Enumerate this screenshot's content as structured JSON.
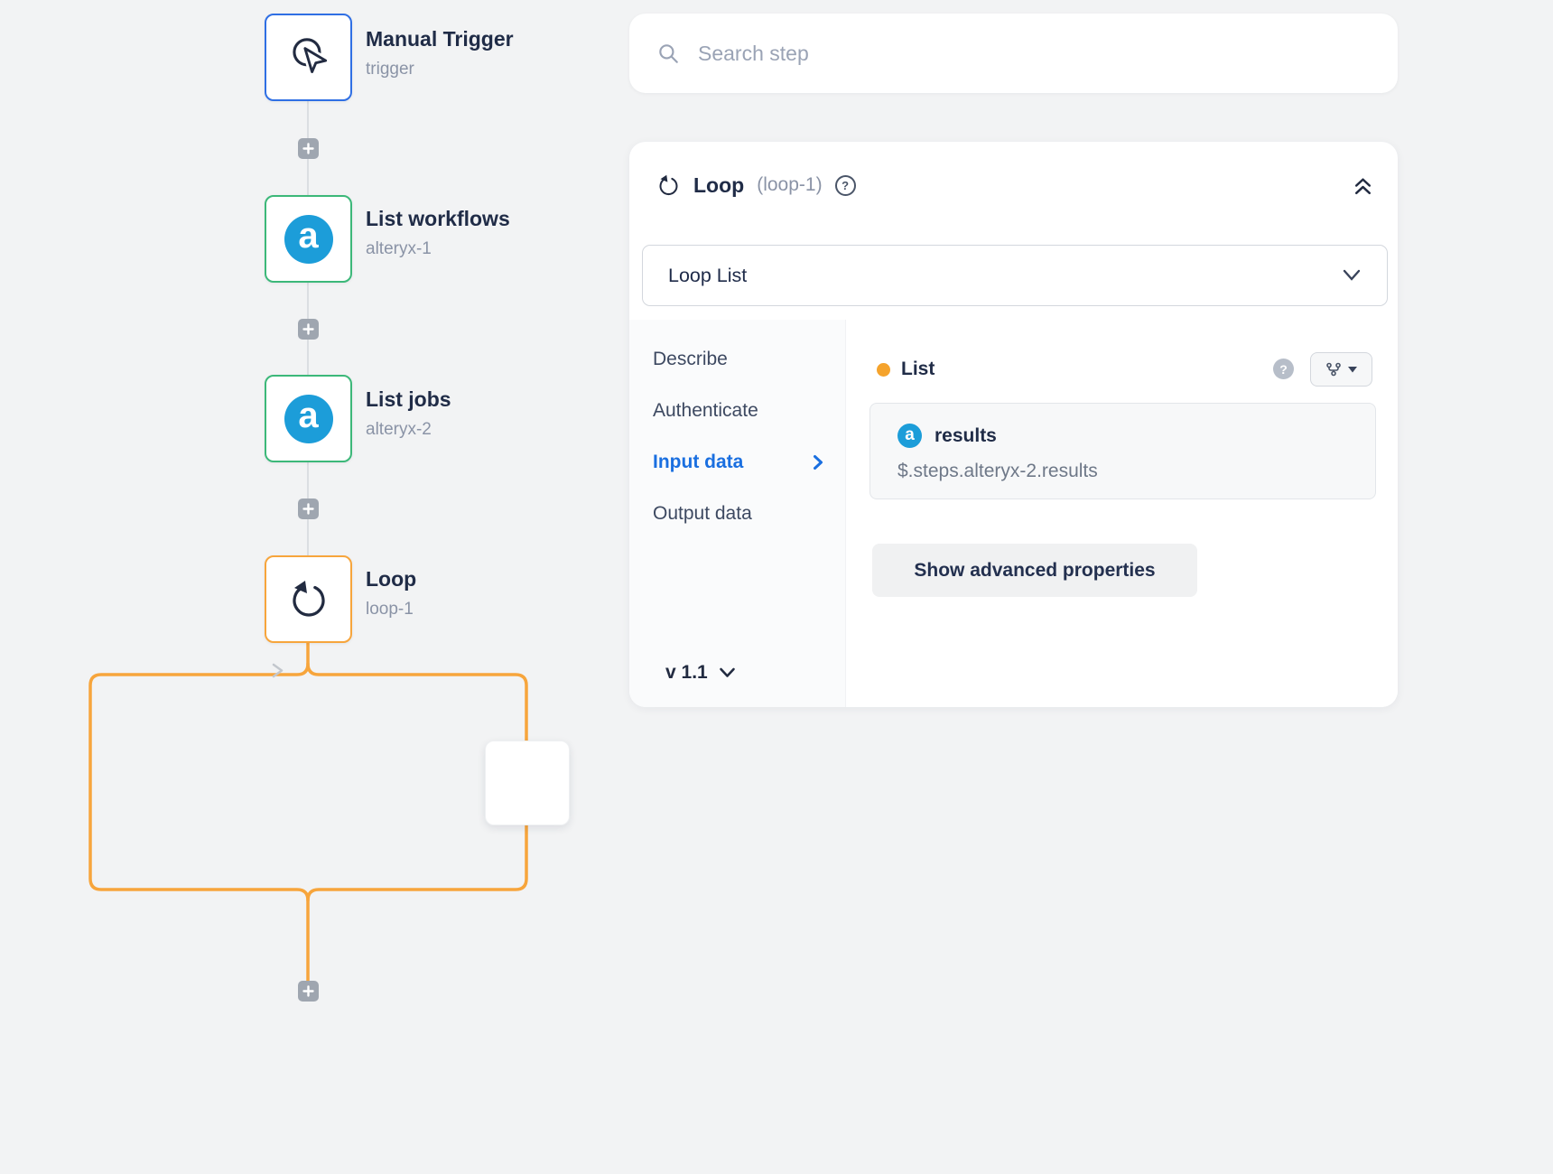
{
  "canvas": {
    "nodes": [
      {
        "title": "Manual Trigger",
        "subtitle": "trigger"
      },
      {
        "title": "List workflows",
        "subtitle": "alteryx-1"
      },
      {
        "title": "List jobs",
        "subtitle": "alteryx-2"
      },
      {
        "title": "Loop",
        "subtitle": "loop-1"
      }
    ],
    "icons": {
      "alteryx_letter": "a"
    }
  },
  "search": {
    "placeholder": "Search step"
  },
  "panel": {
    "header": {
      "title": "Loop",
      "step_id": "(loop-1)",
      "help": "?"
    },
    "dropdown": {
      "value": "Loop List"
    },
    "tabs": [
      {
        "label": "Describe"
      },
      {
        "label": "Authenticate"
      },
      {
        "label": "Input data"
      },
      {
        "label": "Output data"
      }
    ],
    "active_tab": "Input data",
    "version": "v 1.1",
    "input": {
      "label": "List",
      "help": "?",
      "value_name": "results",
      "value_path": "$.steps.alteryx-2.results",
      "advanced_button": "Show advanced properties"
    }
  },
  "colors": {
    "accent_orange": "#f7a53c",
    "accent_blue": "#1a6fe0",
    "accent_green": "#3cb879",
    "trigger_blue": "#2f6fe4",
    "alteryx_blue": "#1c9dd9"
  }
}
